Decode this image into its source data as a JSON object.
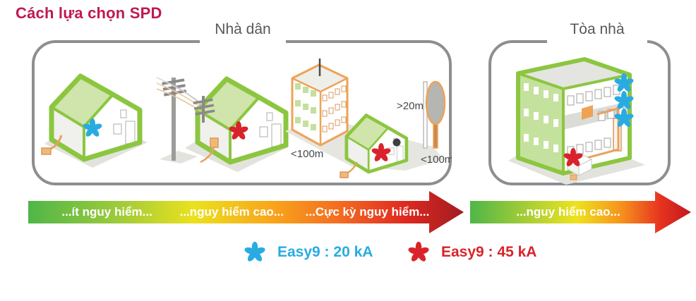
{
  "title": "Cách lựa chọn SPD",
  "groups": {
    "residential": {
      "label": "Nhà dân"
    },
    "building": {
      "label": "Tòa nhà"
    }
  },
  "annotations": {
    "tree_height": ">20m",
    "distance_to_building": "<100m",
    "distance_to_tree": "<100m"
  },
  "risk_arrows": {
    "residential": {
      "labels": [
        "...ít nguy hiểm...",
        "...nguy hiểm cao...",
        "...Cực kỳ nguy hiểm..."
      ]
    },
    "building": {
      "labels": [
        "...nguy hiểm cao..."
      ]
    }
  },
  "legend": {
    "easy9_20": {
      "label": "Easy9 : 20 kA"
    },
    "easy9_45": {
      "label": "Easy9 : 45 kA"
    }
  },
  "colors": {
    "title": "#C01853",
    "blue_star": "#29ABE2",
    "red_star": "#D9232A",
    "house_outline_green": "#8CC63F",
    "roof_fill_green": "#CFE5AB",
    "secondary_outline_orange": "#EFA257",
    "box_border_gray": "#8C8E90",
    "label_gray": "#55585A",
    "arrow_green": "#4FB648",
    "arrow_yellow": "#EEE31D",
    "arrow_orange": "#F7941D",
    "arrow_red": "#E02A20",
    "arrow_dark_red": "#A21C22"
  }
}
